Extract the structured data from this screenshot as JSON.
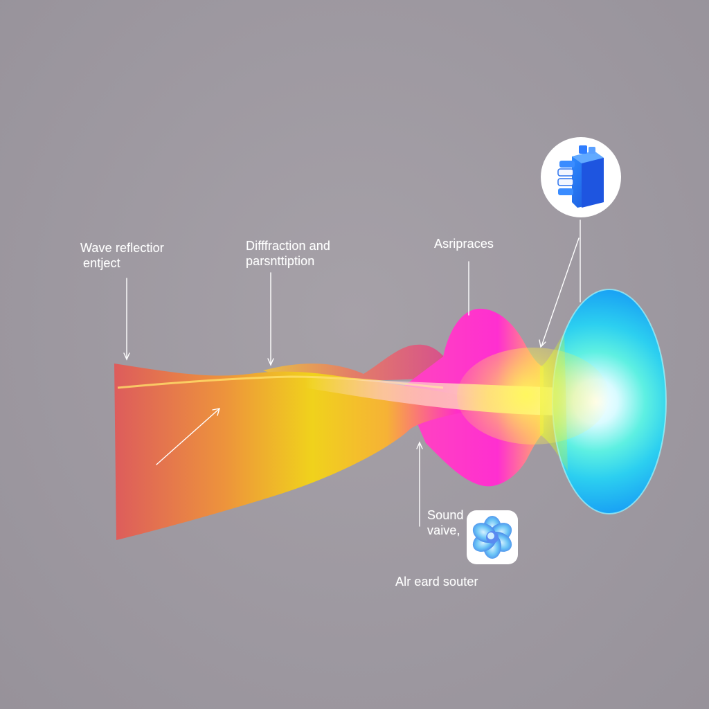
{
  "labels": {
    "wave_reflection": {
      "line1": "Wave reflectior",
      "line2": "entject"
    },
    "diffraction": {
      "line1": "Difffraction and",
      "line2": "parsnttiption"
    },
    "asripraces": "Asripracеs",
    "sound_valve": {
      "line1": "Sound",
      "line2": "vaive,"
    },
    "air_sounder": "Alr eard souter"
  },
  "icons": {
    "top_right": "blue-cube-pipe-icon",
    "bottom": "blue-flower-icon"
  },
  "colors": {
    "background": "#9e99a1",
    "wave_red": "#e0605a",
    "wave_orange": "#ee9a3a",
    "wave_yellow": "#f1d21e",
    "wave_magenta": "#ff2ec8",
    "wave_cyan": "#4ef2e6",
    "wave_blue": "#14a6f2",
    "icon_blue": "#1f6fe0"
  }
}
